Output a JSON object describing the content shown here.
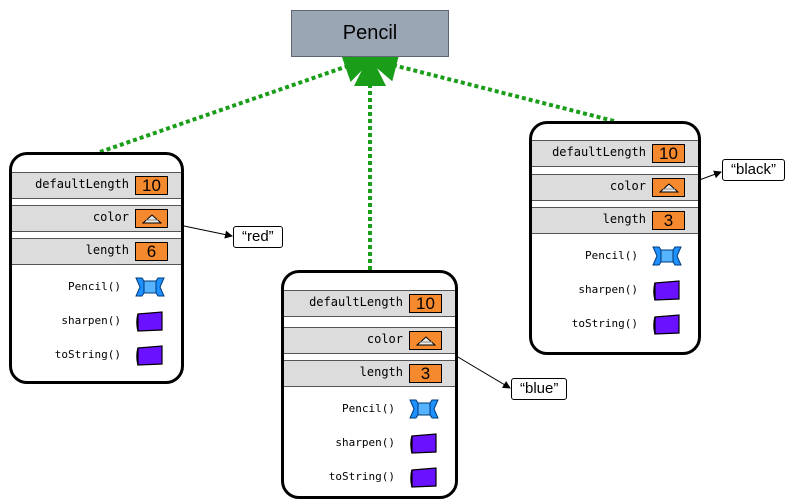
{
  "class_name": "Pencil",
  "objects": [
    {
      "id": "left",
      "fields": [
        {
          "name": "defaultLength",
          "value": "10"
        },
        {
          "name": "color",
          "value": ""
        },
        {
          "name": "length",
          "value": "6"
        }
      ],
      "methods": [
        "Pencil()",
        "sharpen()",
        "toString()"
      ],
      "color_string": "“red”"
    },
    {
      "id": "middle",
      "fields": [
        {
          "name": "defaultLength",
          "value": "10"
        },
        {
          "name": "color",
          "value": ""
        },
        {
          "name": "length",
          "value": "3"
        }
      ],
      "methods": [
        "Pencil()",
        "sharpen()",
        "toString()"
      ],
      "color_string": "“blue”"
    },
    {
      "id": "right",
      "fields": [
        {
          "name": "defaultLength",
          "value": "10"
        },
        {
          "name": "color",
          "value": ""
        },
        {
          "name": "length",
          "value": "3"
        }
      ],
      "methods": [
        "Pencil()",
        "sharpen()",
        "toString()"
      ],
      "color_string": "“black”"
    }
  ],
  "colors": {
    "class_box": "#9aa6b4",
    "field_value": "#f5892e",
    "constructor_icon": "#1e90ff",
    "method_icon": "#6a11ff",
    "instance_link": "#1a9e1a"
  }
}
